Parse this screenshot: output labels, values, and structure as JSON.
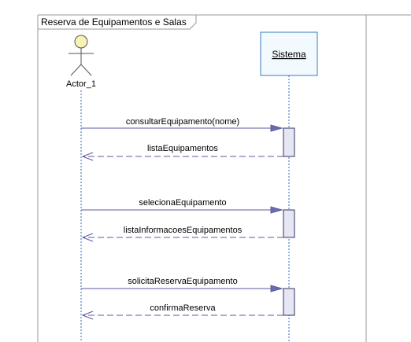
{
  "frame": {
    "title": "Reserva de Equipamentos e Salas"
  },
  "actor": {
    "name": "Actor_1"
  },
  "system": {
    "name": "Sistema"
  },
  "messages": [
    {
      "label": "consultarEquipamento(nome)",
      "kind": "call",
      "from": "actor",
      "to": "system"
    },
    {
      "label": "listaEquipamentos",
      "kind": "return",
      "from": "system",
      "to": "actor"
    },
    {
      "label": "selecionaEquipamento",
      "kind": "call",
      "from": "actor",
      "to": "system"
    },
    {
      "label": "listaInformacoesEquipamentos",
      "kind": "return",
      "from": "system",
      "to": "actor"
    },
    {
      "label": "solicitaReservaEquipamento",
      "kind": "call",
      "from": "actor",
      "to": "system"
    },
    {
      "label": "confirmaReserva",
      "kind": "return",
      "from": "system",
      "to": "actor"
    }
  ],
  "colors": {
    "lifeline": "#2a6fb5",
    "system_box_border": "#3b7bbf",
    "system_box_fill": "#f2f9ff",
    "activation_fill": "#e6e6f5",
    "activation_border": "#333366",
    "message_line": "#5a5aa0",
    "actor_head": "#f7f3b4",
    "frame_border": "#999999"
  }
}
